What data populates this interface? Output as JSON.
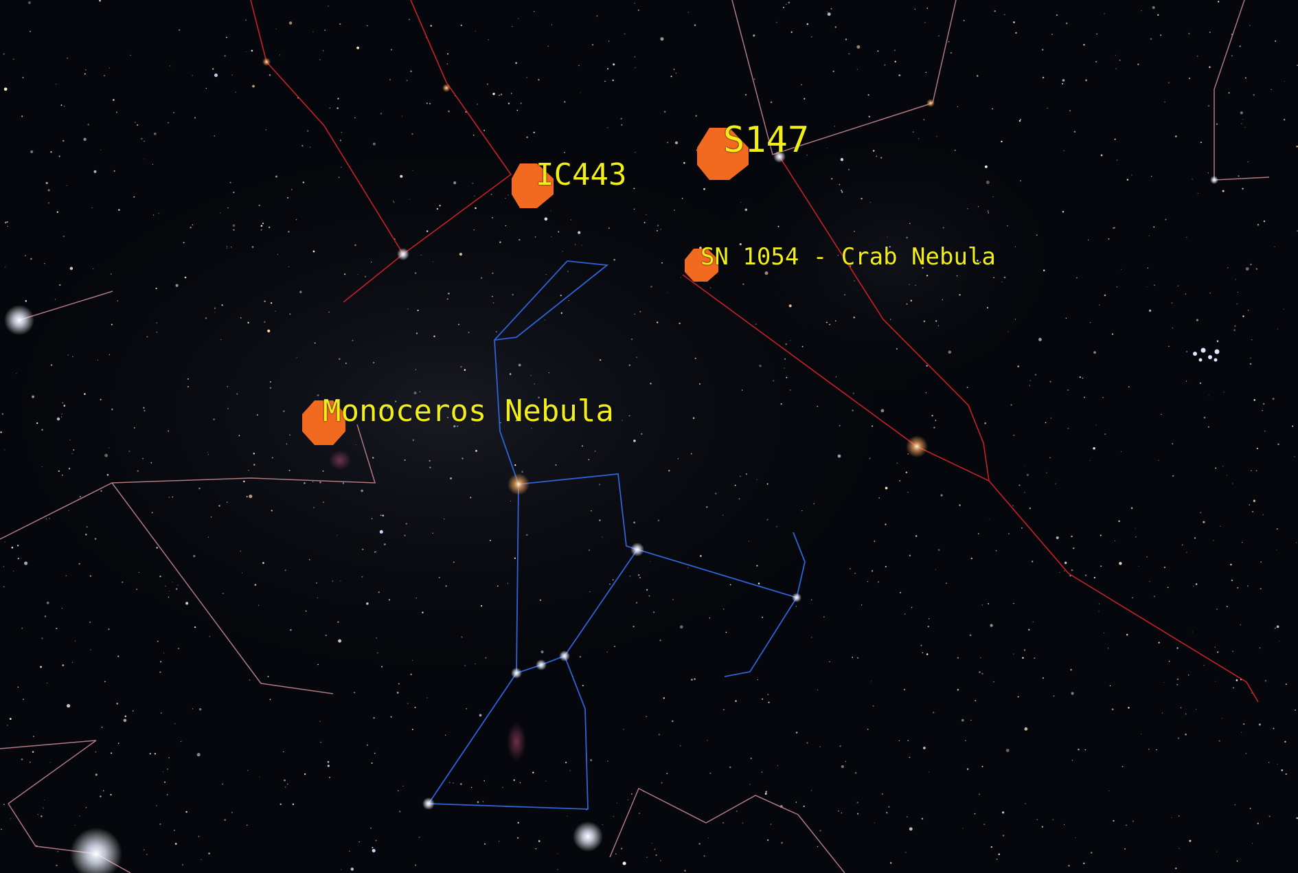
{
  "objects": [
    {
      "id": "s147",
      "label": "S147"
    },
    {
      "id": "ic443",
      "label": "IC443"
    },
    {
      "id": "crab",
      "label": "SN 1054 - Crab Nebula"
    },
    {
      "id": "monoceros",
      "label": "Monoceros Nebula"
    }
  ],
  "colors": {
    "background": "#05070c",
    "marker": "#f26a1f",
    "label": "#f2ee1a",
    "orion_lines": "#2f63d8",
    "ecliptic_lines": "#c8202a",
    "constellation_lines": "#b07a80"
  }
}
